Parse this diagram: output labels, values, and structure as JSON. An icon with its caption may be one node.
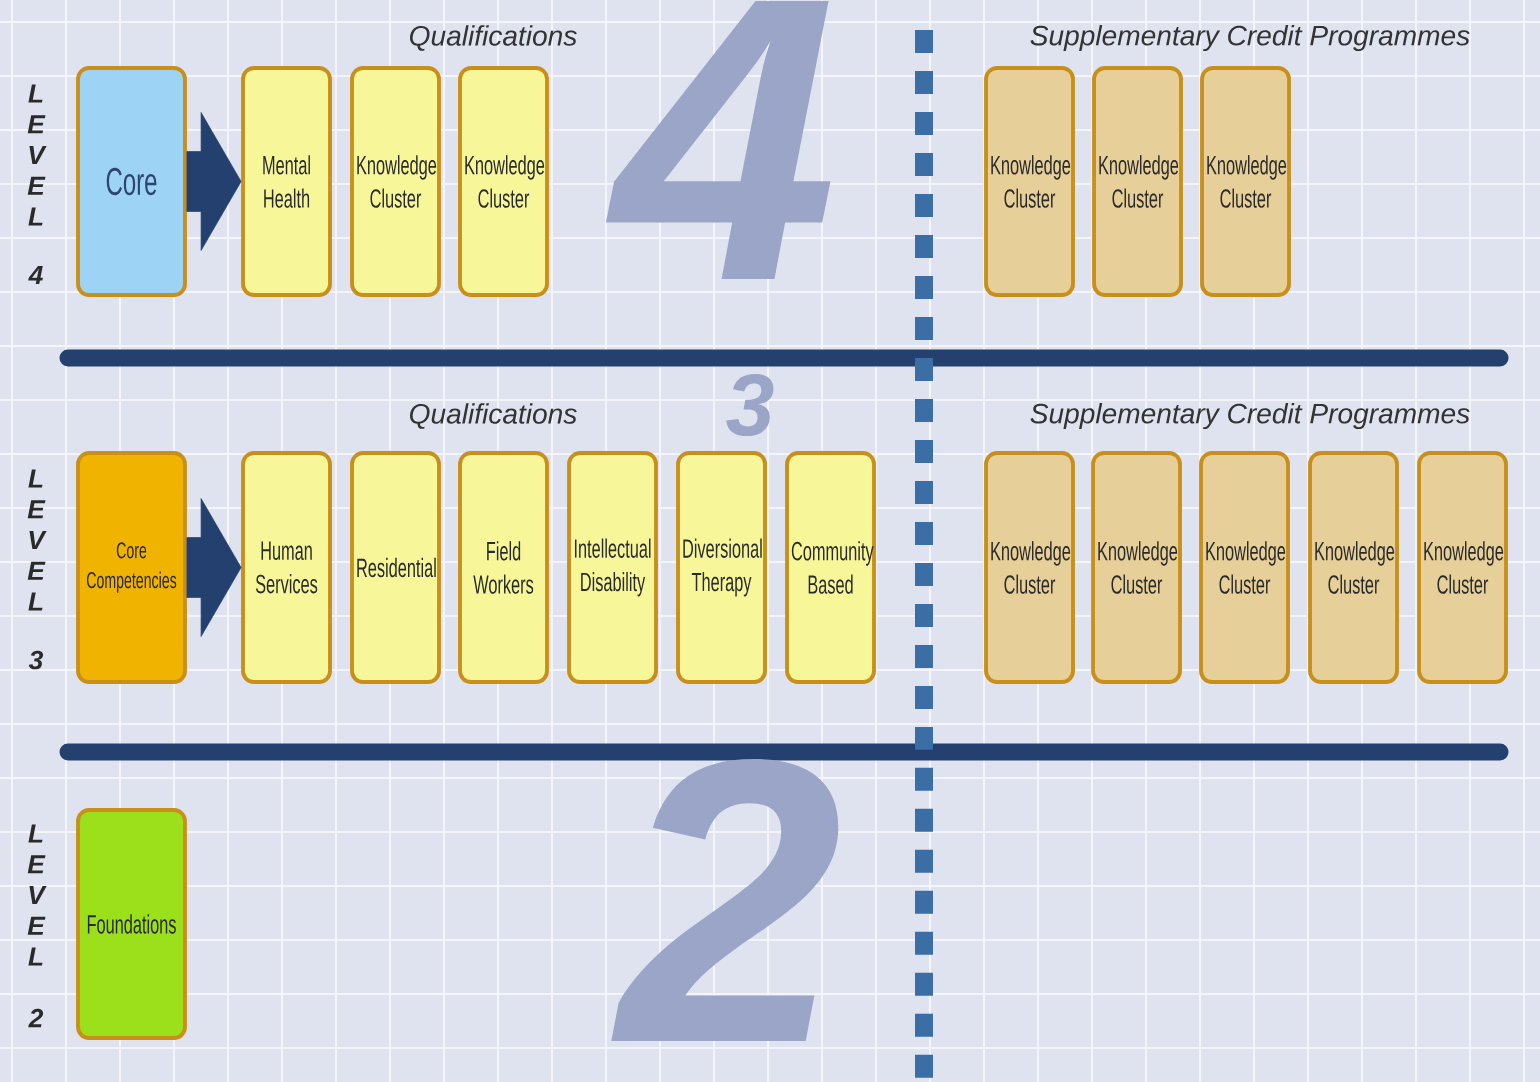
{
  "diagram": {
    "nodes": [
      {
        "text": [
          "Core"
        ]
      },
      {
        "text": [
          "Mental Health"
        ]
      },
      {
        "text": [
          "Knowledge Cluster"
        ]
      },
      {
        "text": [
          "Knowledge Cluster"
        ]
      },
      {
        "text": [
          "Knowledge Cluster"
        ]
      },
      {
        "text": [
          "Knowledge Cluster"
        ]
      },
      {
        "text": [
          "Knowledge Cluster"
        ]
      },
      {
        "text": [
          "Core Competencies"
        ]
      },
      {
        "text": [
          "Human Services"
        ]
      },
      {
        "text": [
          "Residential"
        ]
      },
      {
        "text": [
          "Field Workers"
        ]
      },
      {
        "text": [
          "Intellectual Disability"
        ]
      },
      {
        "text": [
          "Diversional Therapy"
        ]
      },
      {
        "text": [
          "Community Based"
        ]
      },
      {
        "text": [
          "Knowledge Cluster"
        ]
      },
      {
        "text": [
          "Knowledge Cluster"
        ]
      },
      {
        "text": [
          "Knowledge Cluster"
        ]
      },
      {
        "text": [
          "Knowledge Cluster"
        ]
      },
      {
        "text": [
          "Knowledge Cluster"
        ]
      },
      {
        "text": [
          "Foundations"
        ]
      }
    ],
    "edges": [
      {
        "from": 0,
        "to": 1,
        "arrow": "to",
        "style": "thick"
      },
      {
        "from": 7,
        "to": 8,
        "arrow": "to",
        "style": "thick"
      }
    ],
    "labels": [
      "4",
      "Qualifications",
      "Supplementary Credit Programmes",
      "L E V E L",
      "4",
      "3",
      "Qualifications",
      "Supplementary Credit Programmes",
      "L E V E L",
      "3",
      "2",
      "L E V E L",
      "2"
    ]
  }
}
